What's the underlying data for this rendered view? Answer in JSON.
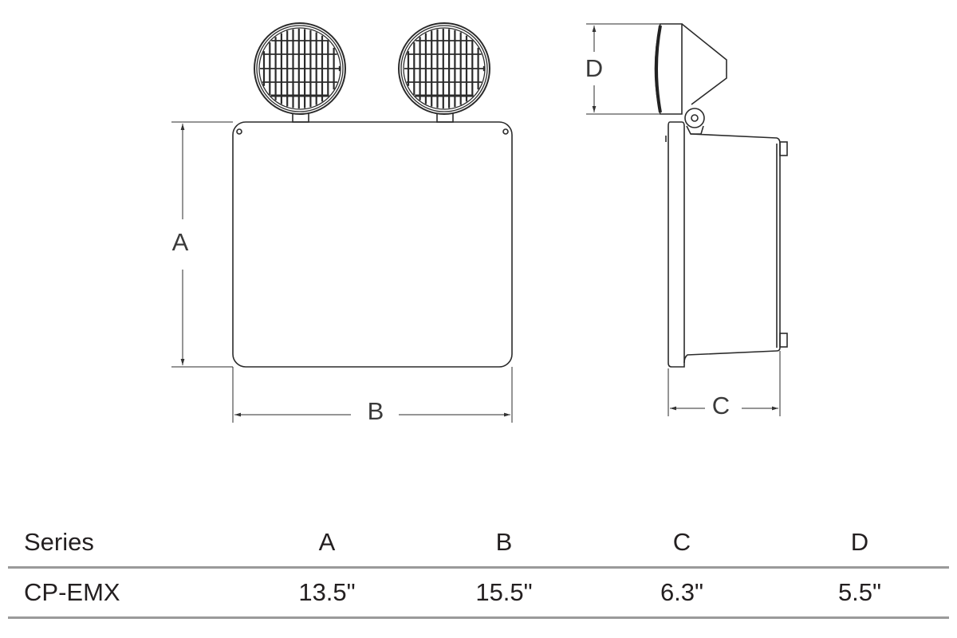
{
  "dimension_labels": {
    "A": "A",
    "B": "B",
    "C": "C",
    "D": "D"
  },
  "table": {
    "headers": [
      "Series",
      "A",
      "B",
      "C",
      "D"
    ],
    "rows": [
      [
        "CP-EMX",
        "13.5\"",
        "15.5\"",
        "6.3\"",
        "5.5\""
      ]
    ]
  },
  "colors": {
    "line": "#2b2b2b",
    "rule": "#9a9a9a"
  }
}
